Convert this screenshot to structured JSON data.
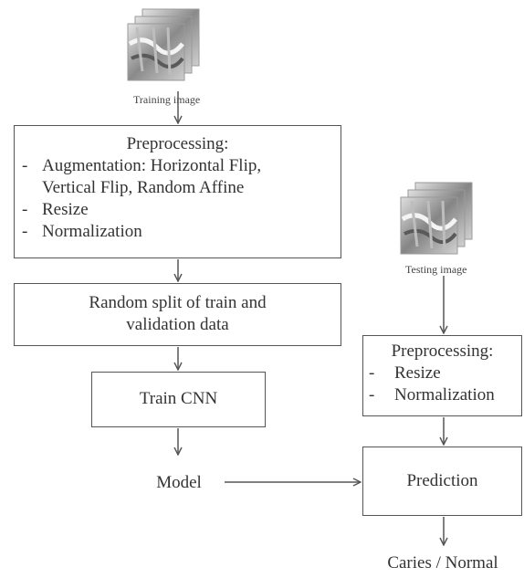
{
  "training": {
    "image_caption": "Training image",
    "preprocessing": {
      "title": "Preprocessing:",
      "items": [
        "Augmentation: Horizontal Flip,",
        "Vertical Flip, Random Affine",
        "Resize",
        "Normalization"
      ],
      "dash": "-"
    },
    "split_line1": "Random split of train and",
    "split_line2": "validation data",
    "train": "Train CNN",
    "model": "Model"
  },
  "testing": {
    "image_caption": "Testing image",
    "preprocessing": {
      "title": "Preprocessing:",
      "items": [
        "Resize",
        "Normalization"
      ],
      "dash": "-"
    },
    "prediction": "Prediction",
    "output": "Caries / Normal"
  },
  "colors": {
    "line": "#555555",
    "text": "#333333",
    "xray_light": "#d8d8d8",
    "xray_dark": "#6a6a6a"
  }
}
